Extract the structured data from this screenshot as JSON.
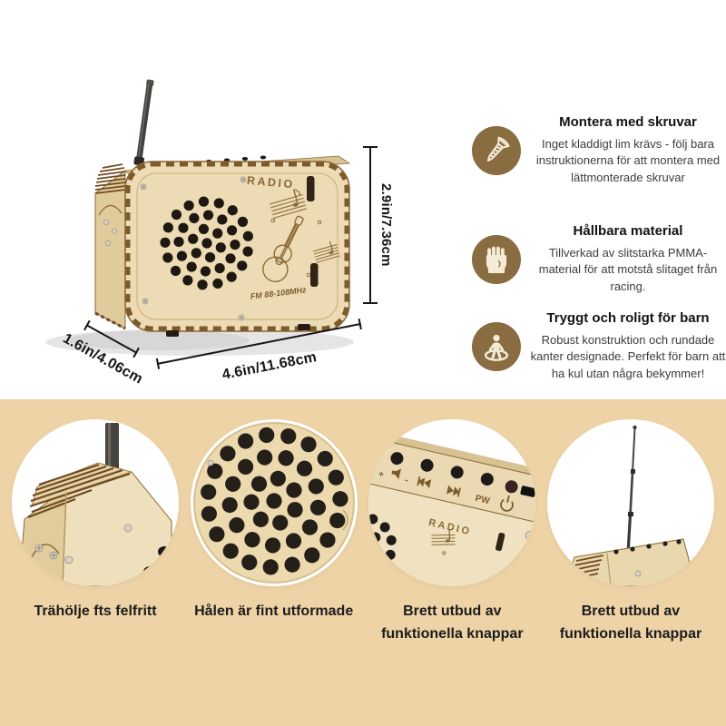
{
  "colors": {
    "accent_brown": "#8a6c41",
    "icon_cream": "#f4ecd7",
    "section_tan": "#eed3a6",
    "wood_light": "#ecdbb4",
    "joint_brown": "#7c5a2b",
    "ink": "#161616"
  },
  "product_photo": {
    "brand_text": "RADIO",
    "frequency_text": "FM 88-108MHz"
  },
  "dimension_labels": {
    "height": "2.9in/7.36cm",
    "depth": "1.6in/4.06cm",
    "width": "4.6in/11.68cm"
  },
  "features": [
    {
      "icon": "screw-icon",
      "title": "Montera med skruvar",
      "text": "Inget kladdigt lim krävs - följ bara instruktionerna för att montera med lättmonterade skruvar"
    },
    {
      "icon": "fist-icon",
      "title": "Hållbara material",
      "text": "Tillverkad av slitstarka PMMA-material för att motstå slitaget från racing."
    },
    {
      "icon": "child-safety-icon",
      "title": "Tryggt och roligt för barn",
      "text": "Robust konstruktion och rundade kanter designade. Perfekt för barn att ha kul utan några bekymmer!"
    }
  ],
  "radio_top_panel": {
    "volume_plus_label": "+",
    "volume_minus_label": "-",
    "power_label": "PW",
    "icons": [
      "speaker-icon",
      "previous-track-icon",
      "next-track-icon",
      "power-icon"
    ]
  },
  "gallery": [
    {
      "caption": "Trähölje fts felfritt"
    },
    {
      "caption": "Hålen är fint utformade"
    },
    {
      "caption": "Brett utbud av funktionella knappar"
    },
    {
      "caption": "Brett utbud av funktionella knappar"
    }
  ]
}
